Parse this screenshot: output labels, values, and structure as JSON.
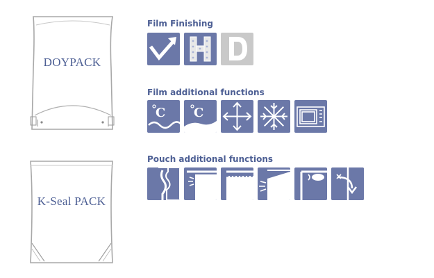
{
  "pouches": [
    {
      "label": "DOYPACK"
    },
    {
      "label": "K-Seal PACK"
    }
  ],
  "sections": [
    {
      "title": "Film Finishing",
      "icons": [
        "check-arrow-icon",
        "holographic-h-icon",
        "d-letter-icon"
      ]
    },
    {
      "title": "Film additional functions",
      "icons": [
        "celsius-wave-icon",
        "celsius-water-icon",
        "expand-arrows-icon",
        "snowflake-icon",
        "microwave-icon"
      ]
    },
    {
      "title": "Pouch additional functions",
      "icons": [
        "shaped-pouch-icon",
        "tear-notch-icon",
        "zipper-icon",
        "spout-icon",
        "valve-icon",
        "reclose-icon"
      ]
    }
  ],
  "colors": {
    "accent": "#6b78a8",
    "text": "#4d5f94",
    "muted": "#c9c9c9"
  }
}
